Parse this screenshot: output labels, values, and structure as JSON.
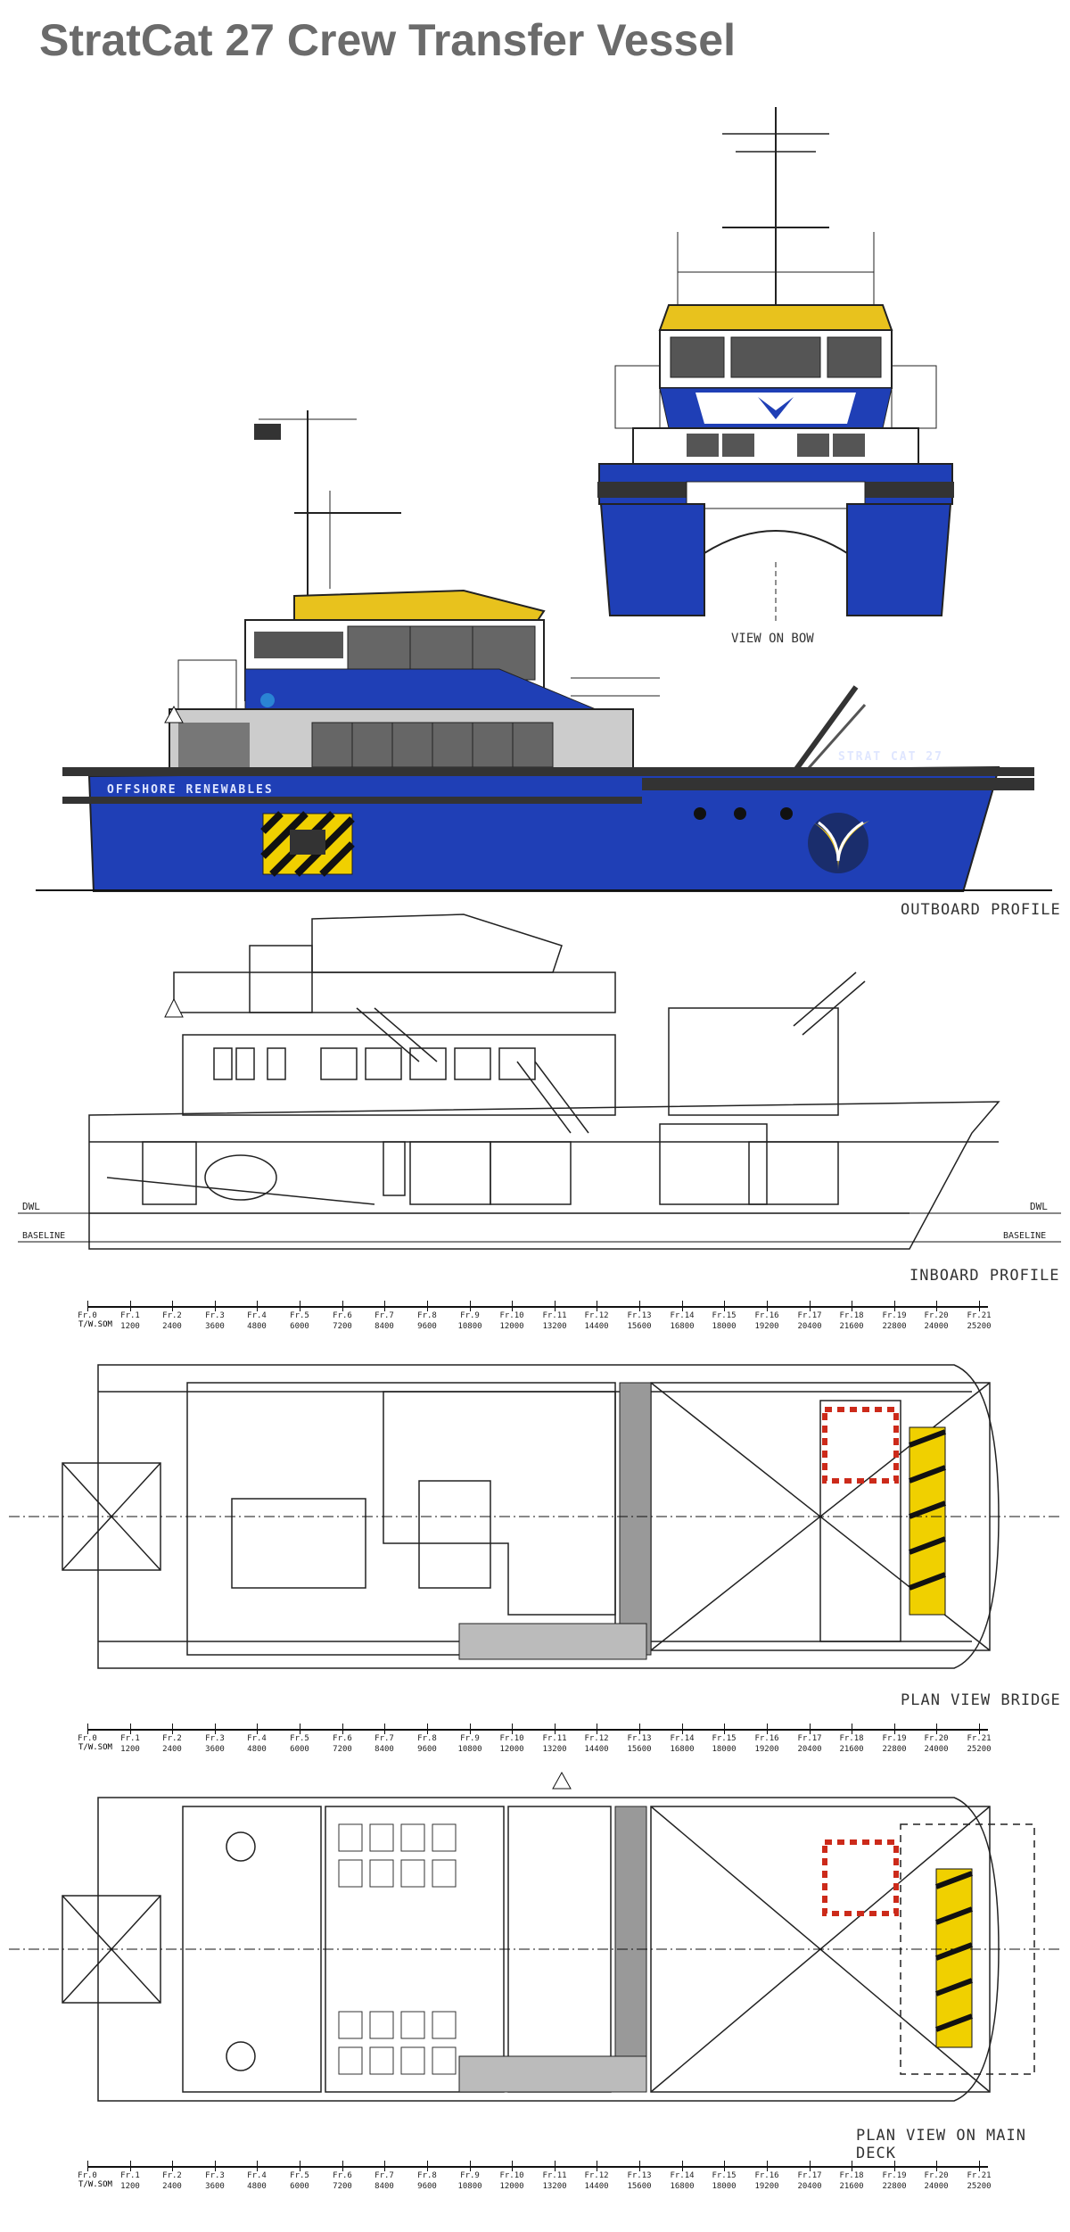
{
  "title": "StratCat 27 Crew Transfer Vessel",
  "labels": {
    "view_on_bow": "VIEW ON BOW",
    "outboard_profile": "OUTBOARD PROFILE",
    "inboard_profile": "INBOARD PROFILE",
    "plan_bridge": "PLAN VIEW BRIDGE",
    "plan_main_deck": "PLAN VIEW ON MAIN DECK"
  },
  "hull_text": {
    "side": "OFFSHORE RENEWABLES",
    "name": "STRAT CAT 27"
  },
  "waterlines": {
    "dwl": "DWL",
    "baseline": "BASELINE"
  },
  "frames": {
    "labels": [
      "Fr.0",
      "Fr.1",
      "Fr.2",
      "Fr.3",
      "Fr.4",
      "Fr.5",
      "Fr.6",
      "Fr.7",
      "Fr.8",
      "Fr.9",
      "Fr.10",
      "Fr.11",
      "Fr.12",
      "Fr.13",
      "Fr.14",
      "Fr.15",
      "Fr.16",
      "Fr.17",
      "Fr.18",
      "Fr.19",
      "Fr.20",
      "Fr.21"
    ],
    "positions": [
      "0",
      "1200",
      "2400",
      "3600",
      "4800",
      "6000",
      "7200",
      "8400",
      "9600",
      "10800",
      "12000",
      "13200",
      "14400",
      "15600",
      "16800",
      "18000",
      "19200",
      "20400",
      "21600",
      "22800",
      "24000",
      "25200"
    ],
    "lead_label": "T/W.SOM"
  },
  "colors": {
    "hull_blue": "#1f3fb6",
    "wheelhouse_yellow": "#e8c21d",
    "title_gray": "#6b6b6b",
    "hazard_yellow": "#f0d000",
    "hazard_red": "#cc2a1a"
  },
  "icons": [
    "warning-triangle-icon",
    "company-logo-icon",
    "hazard-stripe-panel"
  ]
}
